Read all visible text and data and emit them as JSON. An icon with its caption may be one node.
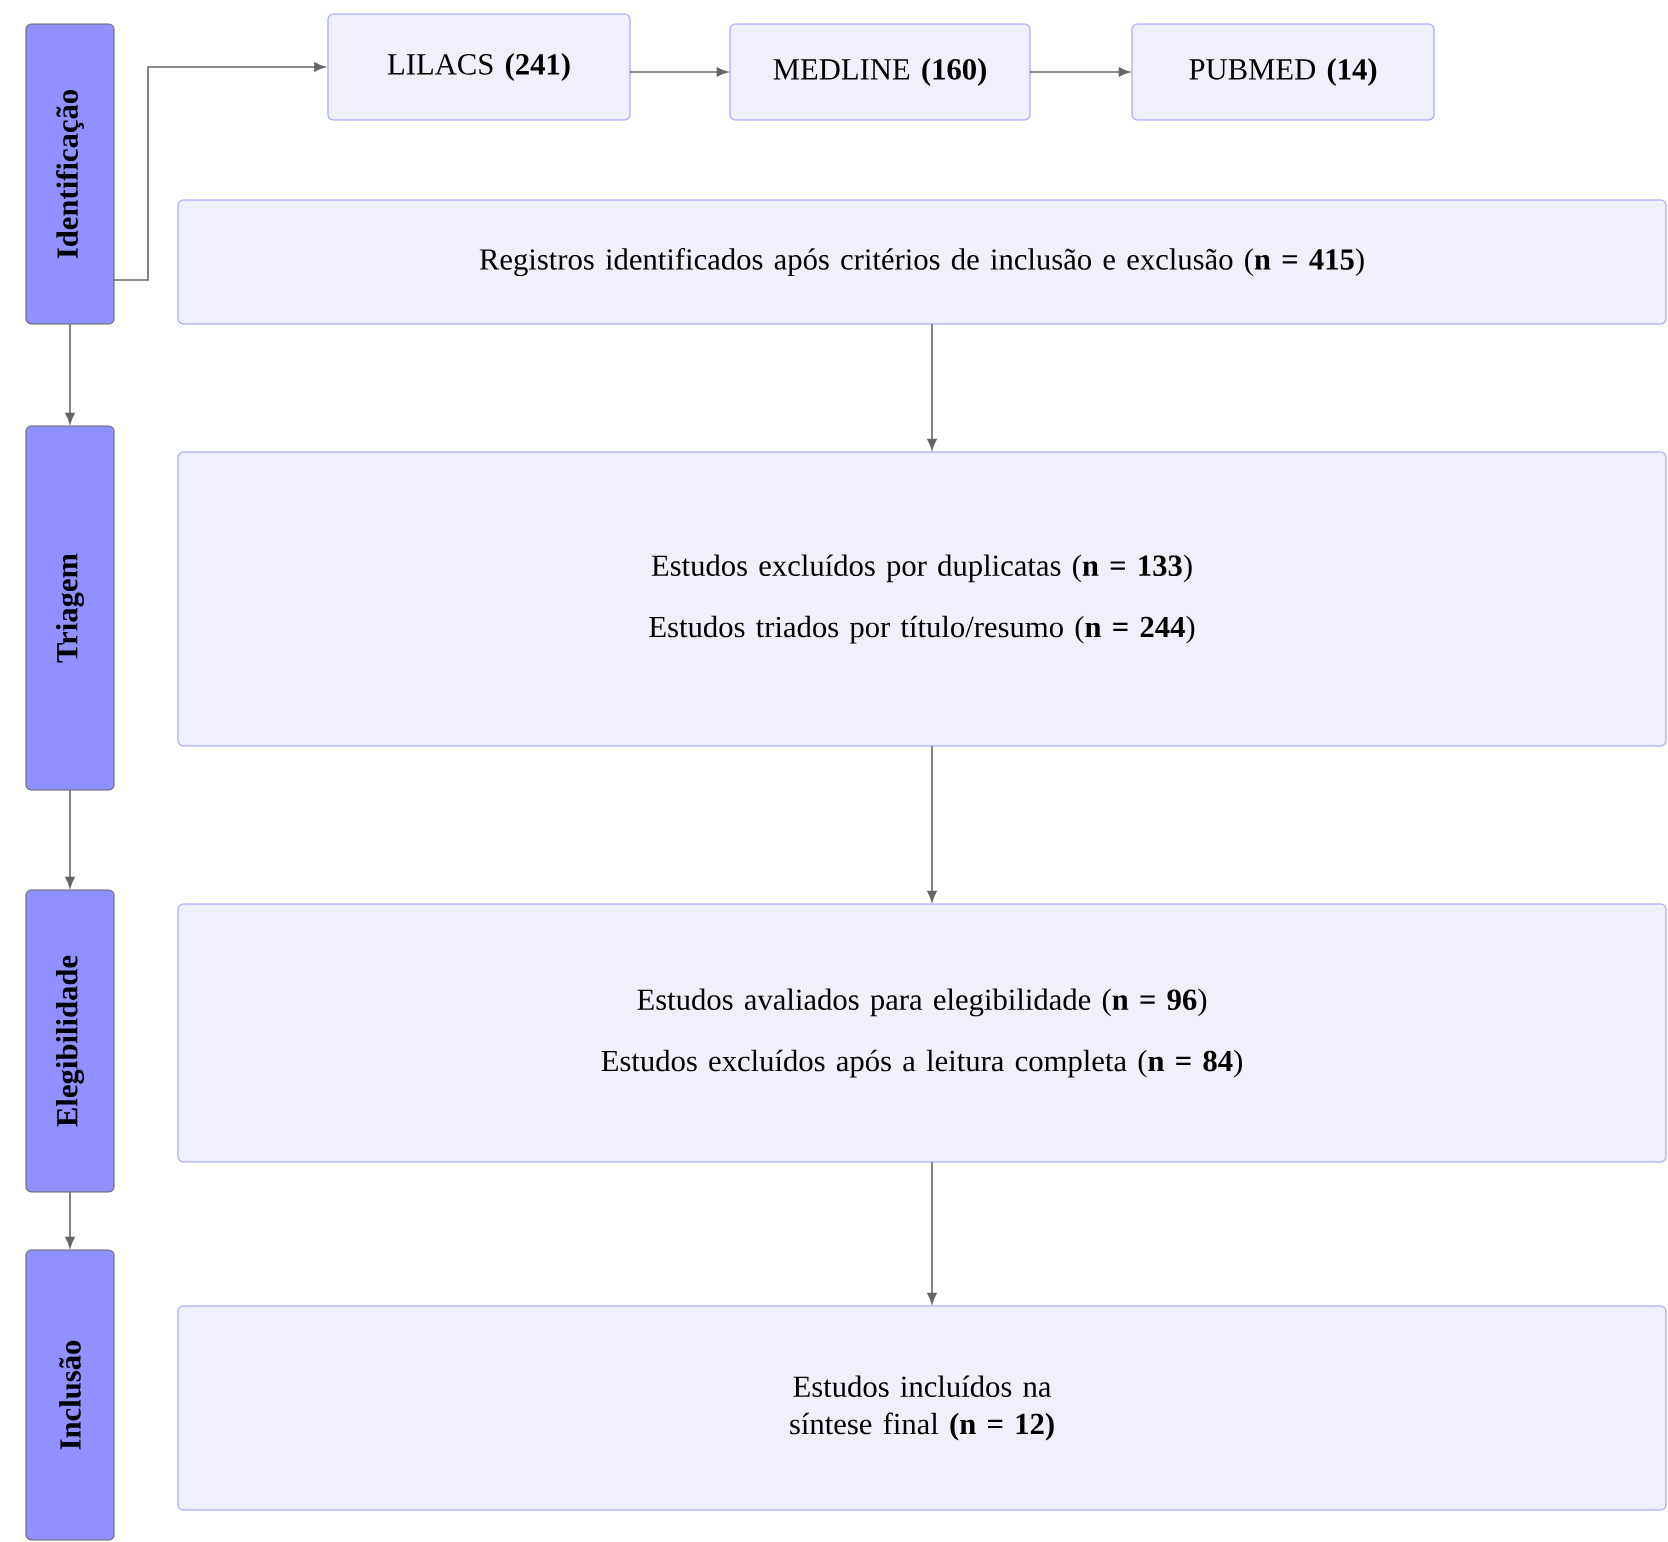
{
  "diagram": {
    "nodes": [
      {
        "text": [
          "Identificação"
        ]
      },
      {
        "text": [
          "Triagem"
        ]
      },
      {
        "text": [
          "Elegibilidade"
        ]
      },
      {
        "text": [
          "Inclusão"
        ]
      },
      {
        "text": [
          "LILACS **(241)**"
        ]
      },
      {
        "text": [
          "MEDLINE **(160)**"
        ]
      },
      {
        "text": [
          "PUBMED **(14)**"
        ]
      },
      {
        "text": [
          "Registros identificados após critérios de inclusão e exclusão (**n = 415**)"
        ]
      },
      {
        "text": [
          "Estudos excluídos por duplicatas (**n = 133**)",
          "Estudos triados por título/resumo (**n = 244**)"
        ]
      },
      {
        "text": [
          "Estudos avaliados para elegibilidade (**n = 96**)",
          "Estudos excluídos após a leitura completa (**n = 84**)"
        ]
      },
      {
        "text": [
          "Estudos incluídos na síntese final **(n = 12)**"
        ]
      }
    ],
    "edges": [
      {
        "from": 0,
        "to": 4,
        "arrow": "to"
      },
      {
        "from": 4,
        "to": 5,
        "arrow": "to"
      },
      {
        "from": 5,
        "to": 6,
        "arrow": "to"
      },
      {
        "from": 7,
        "to": 8,
        "arrow": "to"
      },
      {
        "from": 8,
        "to": 9,
        "arrow": "to"
      },
      {
        "from": 9,
        "to": 10,
        "arrow": "to"
      },
      {
        "from": 0,
        "to": 1,
        "arrow": "to"
      },
      {
        "from": 1,
        "to": 2,
        "arrow": "to"
      },
      {
        "from": 2,
        "to": 3,
        "arrow": "to"
      }
    ]
  }
}
